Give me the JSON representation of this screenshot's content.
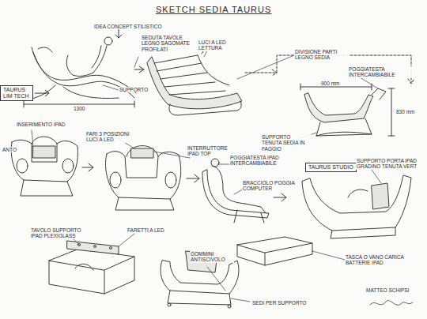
{
  "diagram": {
    "title": "SKETCH SEDIA TAURUS",
    "nodes": [
      {
        "text": [
          "TAURUS LIM TECH"
        ]
      },
      {
        "text": [
          "TAURUS STUDIO"
        ]
      }
    ],
    "edges": [],
    "labels": [
      "IDEA CONCEPT STILISTICO",
      "SEDUTA TAVOLE LEGNO SAGOMATE PROFILATI",
      "SUPPORTO",
      "1300",
      "LUCI A LED LETTURA",
      "DIVISIONE PARTI LEGNO SEDIA",
      "900 mm",
      "POGGIATESTA INTERCAMBIABILE",
      "830 mm",
      "SUPPORTO TENUTA SEDIA IN FAGGIO",
      "INSERIMENTO IPAD",
      "ANTO",
      "FARI 3 POSIZIONI LUCI A LED",
      "INTERRUTTORE IPAD TOP",
      "POGGIATESTA IPAD INTERCAMBIABILE",
      "BRACCIOLO POGGIA COMPUTER",
      "SUPPORTO PORTA IPAD GRADINO TENUTA VERT",
      "TAVOLO SUPPORTO IPAD PLEXIGLASS",
      "FARETTI A LED",
      "GOMMINI ANTISCIVOLO",
      "TASCA O VANO CARICA BATTERIE IPAD",
      "SEDI PER SUPPORTO",
      "MATTEO SCHIPSI"
    ]
  }
}
